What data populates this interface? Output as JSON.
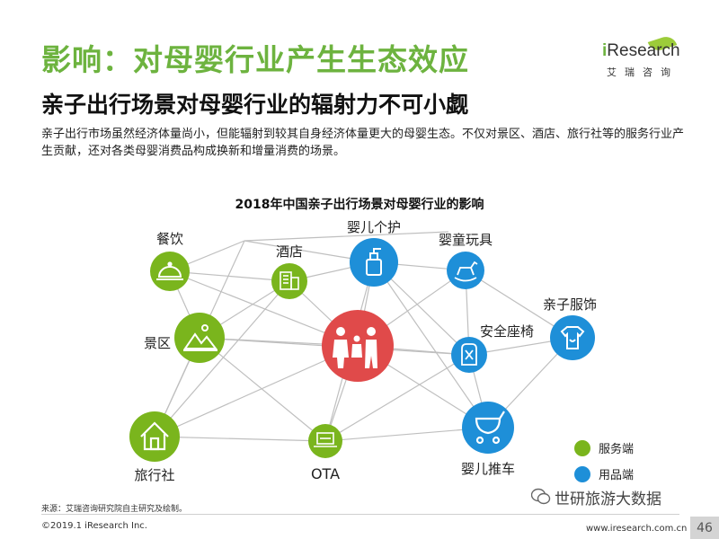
{
  "header": {
    "title": "影响：对母婴行业产生生态效应",
    "subtitle": "亲子出行场景对母婴行业的辐射力不可小觑",
    "description": "亲子出行市场虽然经济体量尚小，但能辐射到较其自身经济体量更大的母婴生态。不仅对景区、酒店、旅行社等的服务行业产生贡献，还对各类母婴消费品构成换新和增量消费的场景。"
  },
  "logo": {
    "wordmark_i": "i",
    "wordmark_rest": "Research",
    "cn": "艾瑞咨询"
  },
  "diagram": {
    "title": "2018年中国亲子出行场景对母婴行业的影响",
    "nodes": {
      "canyin": {
        "label": "餐饮",
        "category": "service",
        "icon": "food-cloche-icon"
      },
      "jiudian": {
        "label": "酒店",
        "category": "service",
        "icon": "hotel-building-icon"
      },
      "jingqu": {
        "label": "景区",
        "category": "service",
        "icon": "scenic-landscape-icon"
      },
      "lvxingshe": {
        "label": "旅行社",
        "category": "service",
        "icon": "house-icon"
      },
      "ota": {
        "label": "OTA",
        "category": "service",
        "icon": "laptop-travel-icon"
      },
      "yinger_gehu": {
        "label": "婴儿个护",
        "category": "product",
        "icon": "lotion-bottle-icon"
      },
      "yingtong_wanju": {
        "label": "婴童玩具",
        "category": "product",
        "icon": "rocking-horse-icon"
      },
      "anquan_zuoyi": {
        "label": "安全座椅",
        "category": "product",
        "icon": "car-seat-icon"
      },
      "qinzi_fushi": {
        "label": "亲子服饰",
        "category": "product",
        "icon": "baby-clothes-icon"
      },
      "yinger_tuiche": {
        "label": "婴儿推车",
        "category": "product",
        "icon": "stroller-icon"
      },
      "center": {
        "label": "",
        "category": "center",
        "icon": "parent-child-family-icon"
      }
    },
    "colors": {
      "service": "#7ab51d",
      "product": "#1e8fd8",
      "center": "#e04a4a",
      "line": "#bfbfbf"
    }
  },
  "legend": [
    {
      "label": "服务端",
      "color": "#7ab51d"
    },
    {
      "label": "用品端",
      "color": "#1e8fd8"
    }
  ],
  "footer": {
    "source": "来源：艾瑞咨询研究院自主研究及绘制。",
    "copyright": "©2019.1 iResearch Inc.",
    "website": "www.iresearch.com.cn",
    "page_number": "46",
    "watermark": "世研旅游大数据"
  }
}
